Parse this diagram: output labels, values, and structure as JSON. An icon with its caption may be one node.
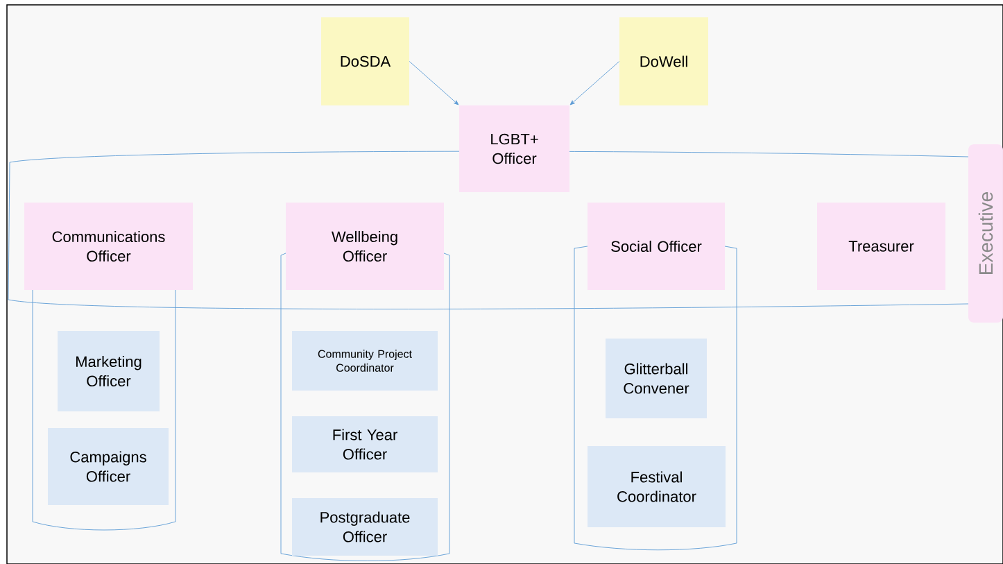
{
  "diagram": {
    "nodes": [
      {
        "text": [
          "DoSDA"
        ]
      },
      {
        "text": [
          "DoWell"
        ]
      },
      {
        "text": [
          "LGBT+ Officer"
        ]
      },
      {
        "text": [
          "Executive"
        ]
      },
      {
        "text": [
          "Communications Officer"
        ]
      },
      {
        "text": [
          "Wellbeing Officer"
        ]
      },
      {
        "text": [
          "Social Officer"
        ]
      },
      {
        "text": [
          "Treasurer"
        ]
      },
      {
        "text": [
          "Marketing Officer"
        ]
      },
      {
        "text": [
          "Campaigns Officer"
        ]
      },
      {
        "text": [
          "Community Project Coordinator"
        ]
      },
      {
        "text": [
          "First Year Officer"
        ]
      },
      {
        "text": [
          "Postgraduate Officer"
        ]
      },
      {
        "text": [
          "Glitterball Convener"
        ]
      },
      {
        "text": [
          "Festival Coordinator"
        ]
      }
    ],
    "edges": [
      {
        "from": 0,
        "to": 2,
        "arrow": "to"
      },
      {
        "from": 1,
        "to": 2,
        "arrow": "to"
      }
    ]
  }
}
